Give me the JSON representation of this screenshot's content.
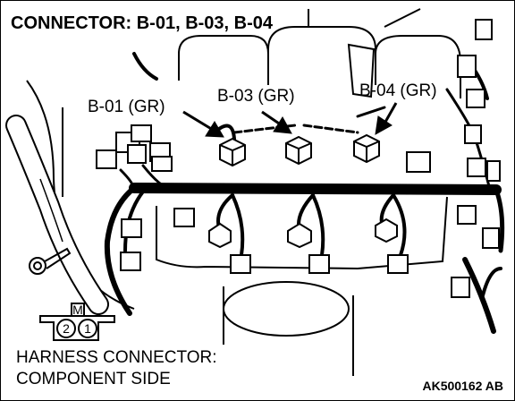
{
  "header": {
    "title": "CONNECTOR: B-01, B-03, B-04"
  },
  "connectors": [
    {
      "label": "B-01 (GR)"
    },
    {
      "label": "B-03 (GR)"
    },
    {
      "label": "B-04 (GR)"
    }
  ],
  "connector_face": {
    "key_mark": "M",
    "pins": [
      "2",
      "1"
    ]
  },
  "footer": {
    "line1": "HARNESS CONNECTOR:",
    "line2": "COMPONENT SIDE",
    "code": "AK500162 AB"
  },
  "colors": {
    "ink": "#000000",
    "background": "#ffffff"
  }
}
